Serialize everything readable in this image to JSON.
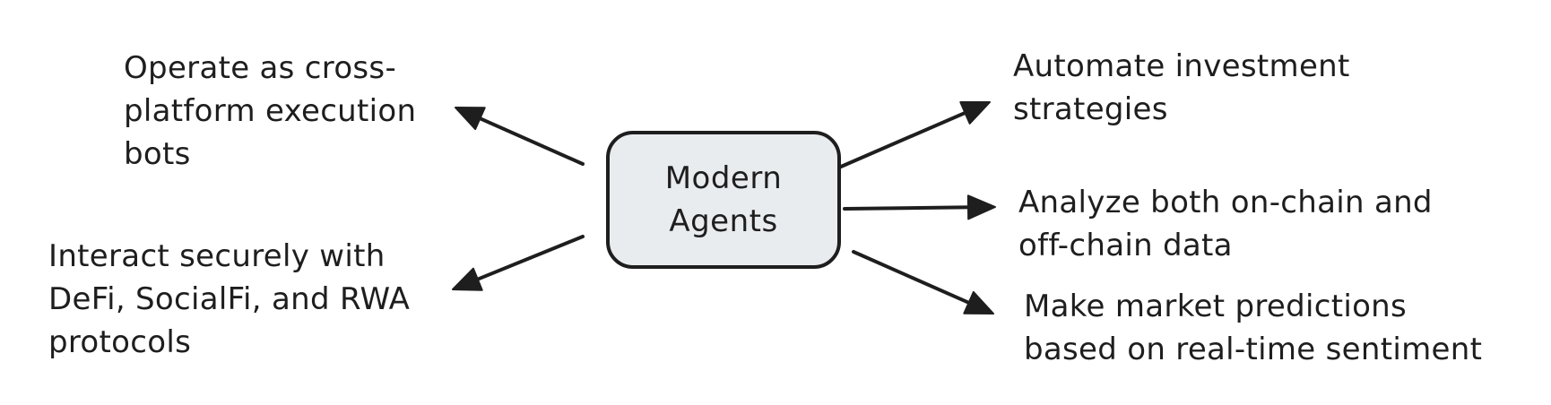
{
  "center": {
    "lines": [
      "Modern",
      "Agents"
    ]
  },
  "branches": [
    {
      "side": "left",
      "lines": [
        "Operate as cross-",
        "platform execution",
        "bots"
      ]
    },
    {
      "side": "left",
      "lines": [
        "Interact securely with",
        "DeFi, SocialFi, and RWA",
        "protocols"
      ]
    },
    {
      "side": "right",
      "lines": [
        "Automate investment",
        "strategies"
      ]
    },
    {
      "side": "right",
      "lines": [
        "Analyze both on-chain and",
        "off-chain data"
      ]
    },
    {
      "side": "right",
      "lines": [
        "Make market predictions",
        "based on real-time sentiment"
      ]
    }
  ],
  "colors": {
    "ink": "#1e1e1e",
    "node_fill": "#e9ecef",
    "background": "#ffffff"
  }
}
